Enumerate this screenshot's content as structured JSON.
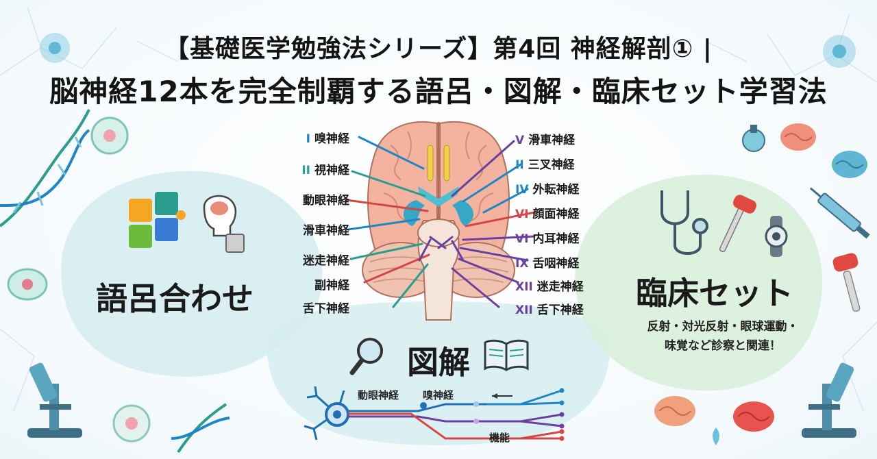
{
  "title": {
    "line1": "【基礎医学勉強法シリーズ】第4回 神経解剖① |",
    "line2": "脳神経12本を完全制覇する語呂・図解・臨床セット学習法"
  },
  "sections": {
    "left": {
      "label": "語呂合わせ"
    },
    "right": {
      "label": "臨床セット",
      "note_line1": "反射・対光反射・眼球運動・",
      "note_line2": "味覚など診察と関連！"
    },
    "bottom": {
      "label": "図解",
      "diagram_label_left": "動眼神経",
      "diagram_label_right": "嗅神経",
      "diagram_caption": "機能"
    }
  },
  "nerves_left": [
    {
      "num": "I",
      "name": "嗅神経",
      "color": "#1f86c6"
    },
    {
      "num": "II",
      "name": "視神経",
      "color": "#2a9d8f"
    },
    {
      "num": "",
      "name": "動眼神経",
      "color": "#d64545"
    },
    {
      "num": "",
      "name": "滑車神経",
      "color": "#1f86c6"
    },
    {
      "num": "",
      "name": "迷走神経",
      "color": "#2a9d8f"
    },
    {
      "num": "",
      "name": "副神経",
      "color": "#d64545"
    },
    {
      "num": "",
      "name": "舌下神経",
      "color": "#2a9d8f"
    }
  ],
  "nerves_right": [
    {
      "num": "V",
      "name": "滑車神経",
      "color": "#6a3fa0"
    },
    {
      "num": "II",
      "name": "三叉神経",
      "color": "#1f86c6"
    },
    {
      "num": "IV",
      "name": "外転神経",
      "color": "#1f86c6"
    },
    {
      "num": "VI",
      "name": "顔面神経",
      "color": "#d64545"
    },
    {
      "num": "VI",
      "name": "内耳神経",
      "color": "#6a3fa0"
    },
    {
      "num": "IX",
      "name": "舌咽神経",
      "color": "#6a3fa0"
    },
    {
      "num": "XII",
      "name": "迷走神経",
      "color": "#6a3fa0"
    },
    {
      "num": "XII",
      "name": "舌下神経",
      "color": "#6a3fa0"
    }
  ]
}
